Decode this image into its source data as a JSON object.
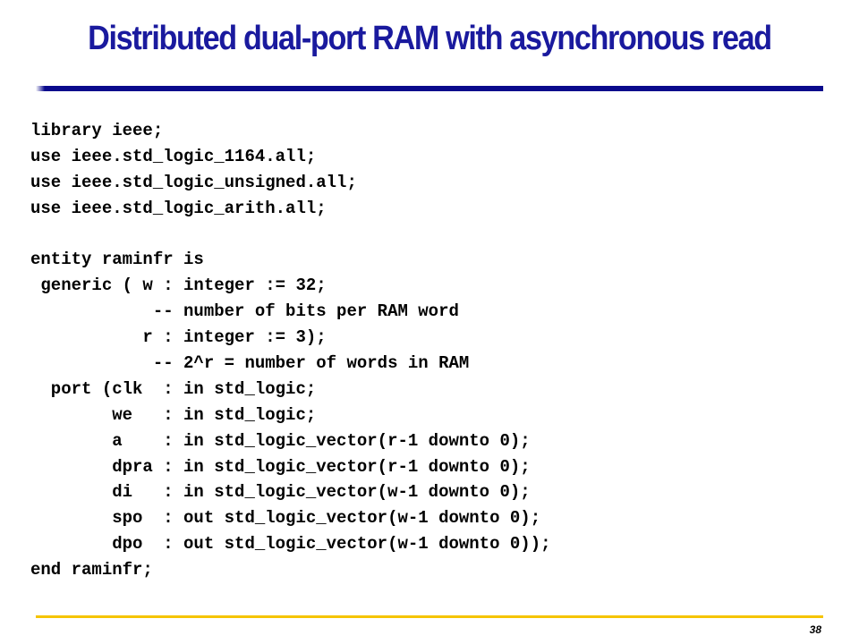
{
  "slide": {
    "title": "Distributed dual-port RAM with asynchronous read",
    "page_number": "38",
    "colors": {
      "title": "#1a1a9e",
      "title_rule": "#0a0a8c",
      "footer_rule": "#f5c400",
      "code_text": "#000000"
    },
    "code_lines": [
      "library ieee;",
      "use ieee.std_logic_1164.all;",
      "use ieee.std_logic_unsigned.all;",
      "use ieee.std_logic_arith.all;",
      "",
      "entity raminfr is",
      " generic ( w : integer := 32;",
      "            -- number of bits per RAM word",
      "           r : integer := 3);",
      "            -- 2^r = number of words in RAM",
      "  port (clk  : in std_logic;",
      "        we   : in std_logic;",
      "        a    : in std_logic_vector(r-1 downto 0);",
      "        dpra : in std_logic_vector(r-1 downto 0);",
      "        di   : in std_logic_vector(w-1 downto 0);",
      "        spo  : out std_logic_vector(w-1 downto 0);",
      "        dpo  : out std_logic_vector(w-1 downto 0));",
      "end raminfr;"
    ]
  }
}
